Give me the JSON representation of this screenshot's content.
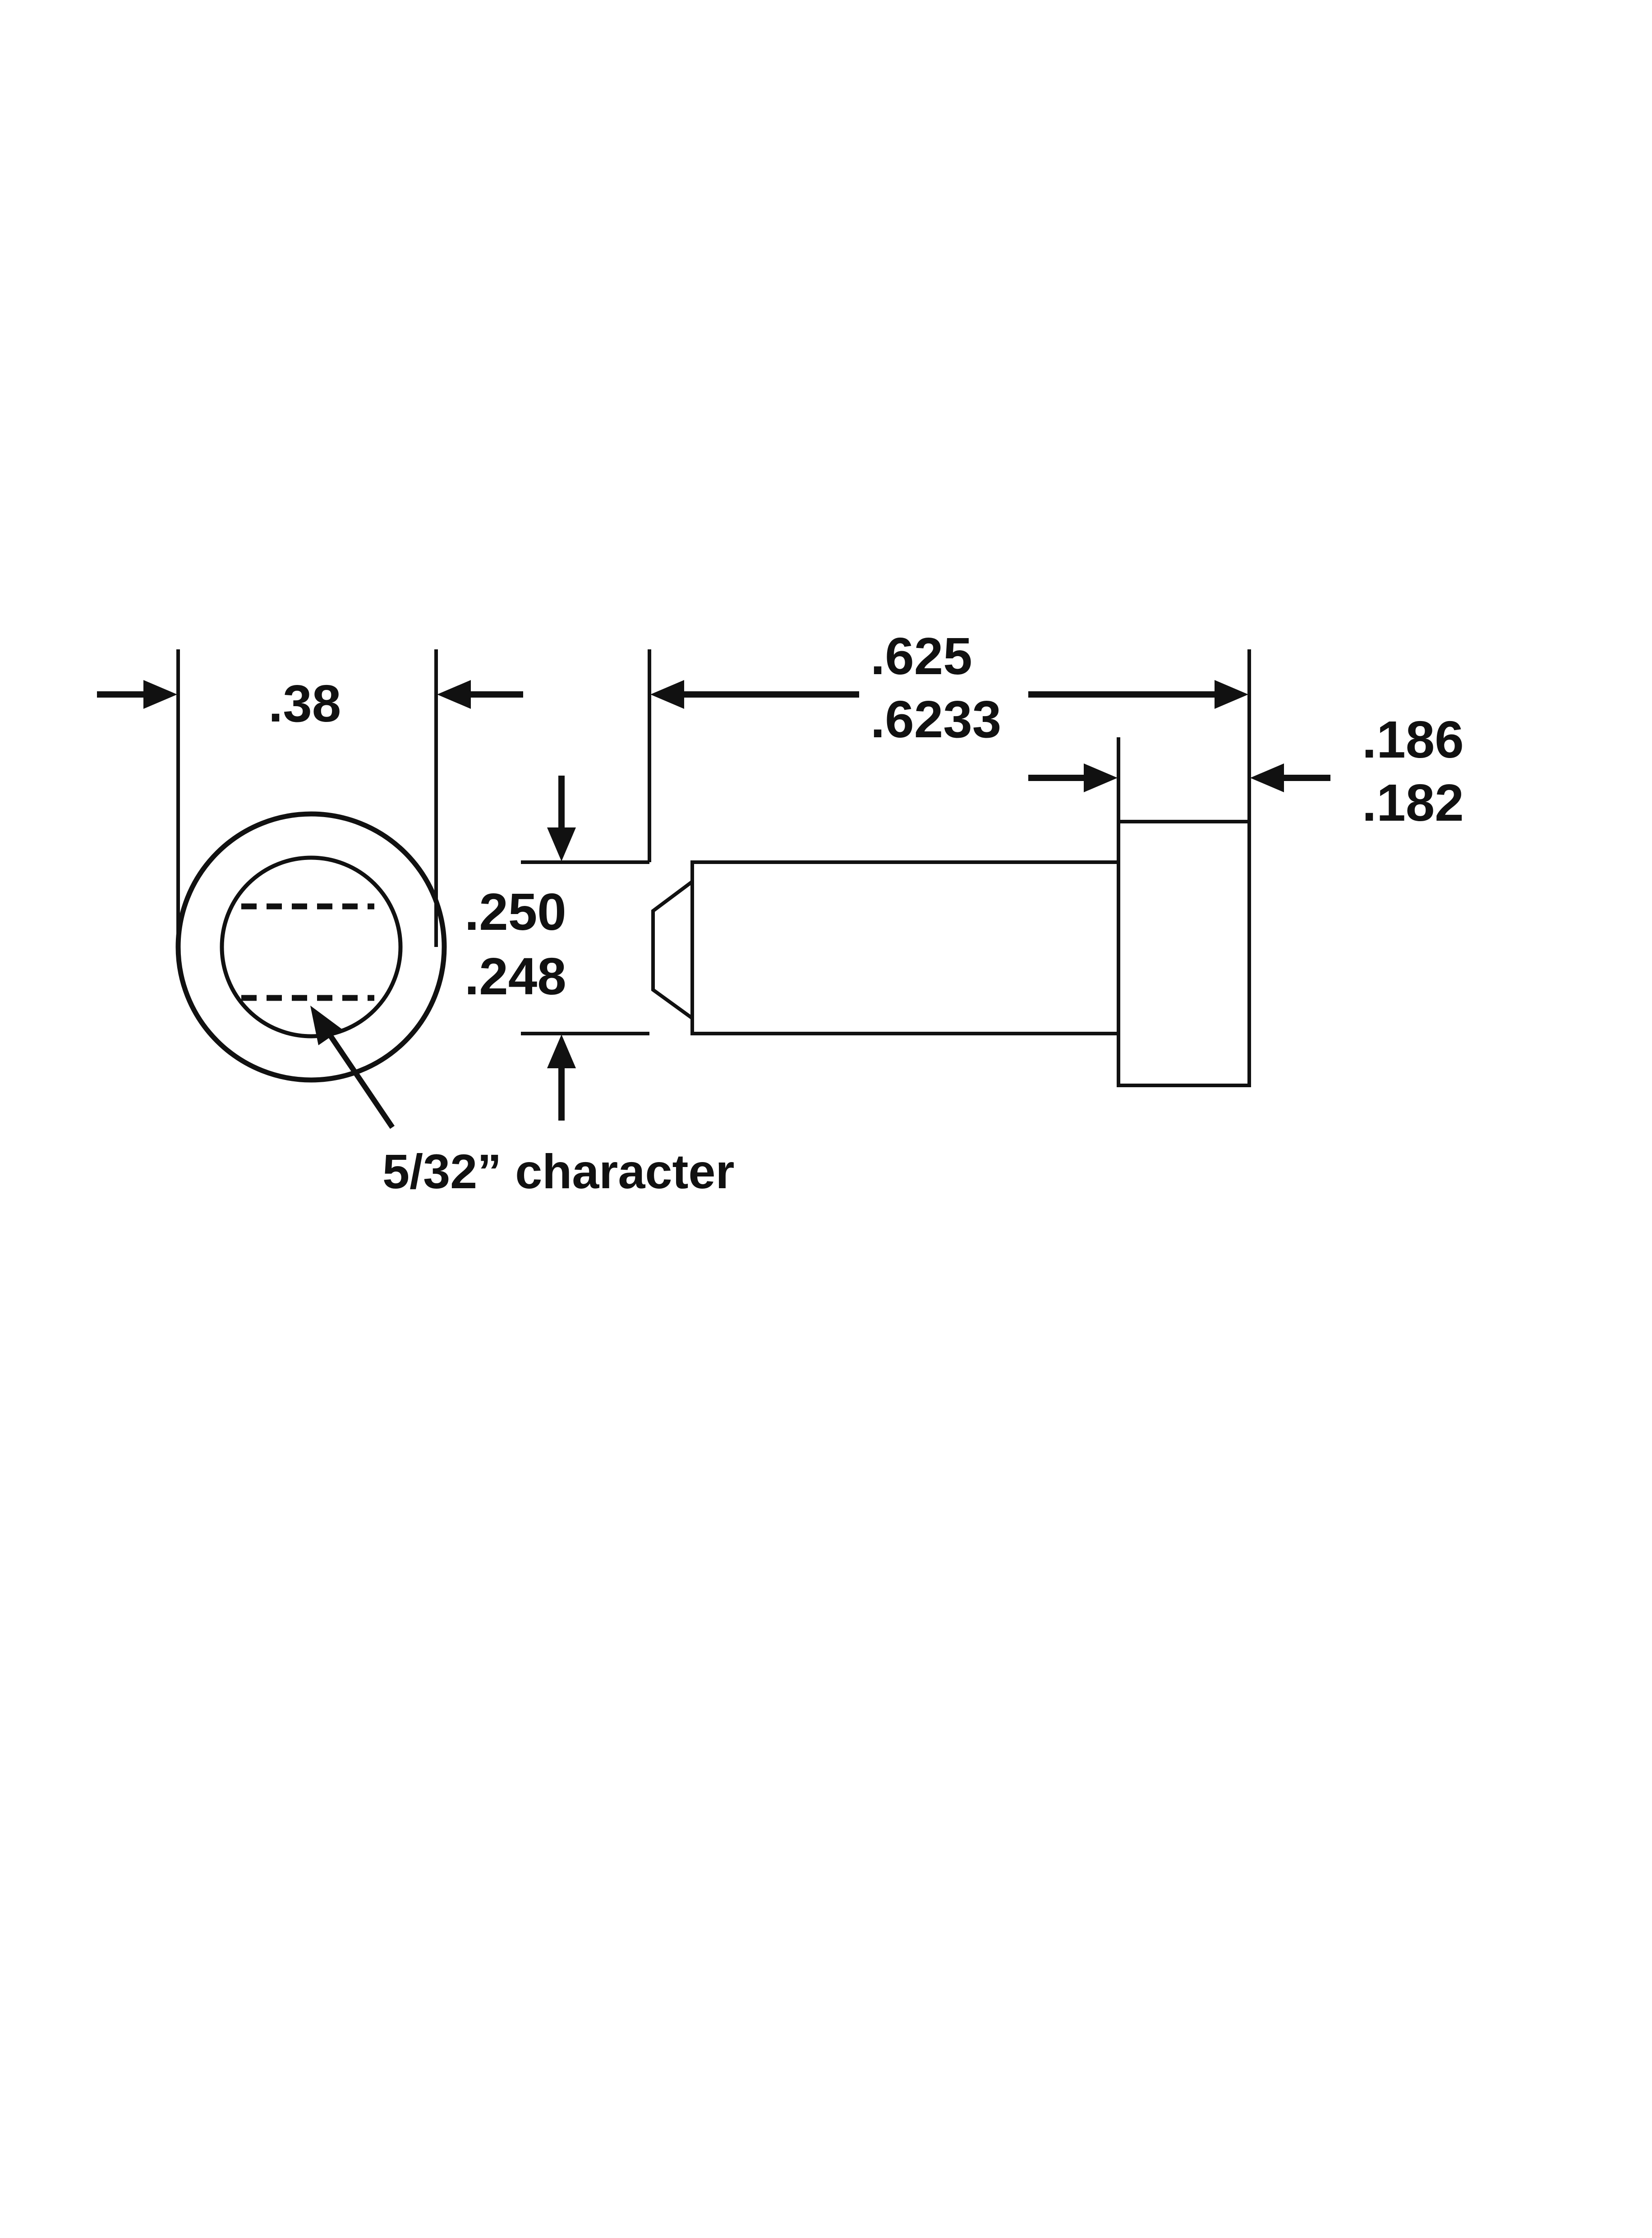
{
  "diagram": {
    "dimensions": {
      "head_diameter": ".38",
      "overall_length_max": ".625",
      "overall_length_min": ".6233",
      "head_length_max": ".186",
      "head_length_min": ".182",
      "shank_diameter_max": ".250",
      "shank_diameter_min": ".248"
    },
    "callout": {
      "character_size": "5/32” character"
    },
    "colors": {
      "line": "#111111",
      "background": "#ffffff"
    }
  }
}
